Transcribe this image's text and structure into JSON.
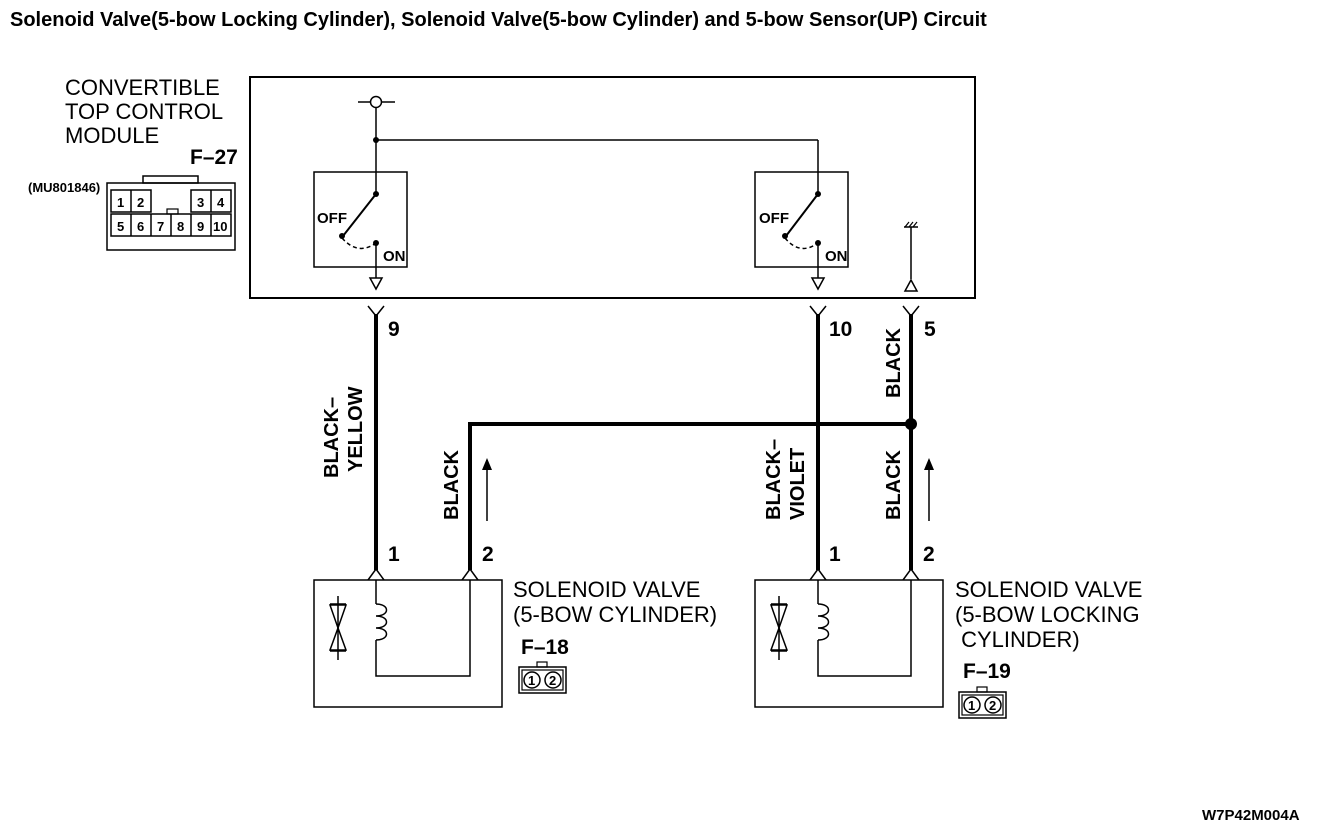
{
  "title": "Solenoid Valve(5-bow Locking Cylinder), Solenoid Valve(5-bow Cylinder) and 5-bow Sensor(UP) Circuit",
  "module": {
    "name_lines": [
      "CONVERTIBLE",
      "TOP CONTROL",
      "MODULE"
    ],
    "connector": "F–27",
    "part_number": "(MU801846)",
    "pins_top": [
      "1",
      "2",
      "3",
      "4"
    ],
    "pins_bottom": [
      "5",
      "6",
      "7",
      "8",
      "9",
      "10"
    ]
  },
  "switches": {
    "left": {
      "off": "OFF",
      "on": "ON"
    },
    "right": {
      "off": "OFF",
      "on": "ON"
    }
  },
  "module_pins": {
    "left": "9",
    "middle": "10",
    "right": "5"
  },
  "wires": {
    "black_yellow": [
      "BLACK–",
      "YELLOW"
    ],
    "black_left": "BLACK",
    "black_violet": [
      "BLACK–",
      "VIOLET"
    ],
    "black_right_lower": "BLACK",
    "black_right_upper": "BLACK"
  },
  "valve_left": {
    "name_lines": [
      "SOLENOID VALVE",
      "(5-BOW CYLINDER)"
    ],
    "connector": "F–18",
    "pin1": "1",
    "pin2": "2",
    "connector_pins": [
      "1",
      "2"
    ]
  },
  "valve_right": {
    "name_lines": [
      "SOLENOID VALVE",
      "(5-BOW LOCKING",
      " CYLINDER)"
    ],
    "connector": "F–19",
    "pin1": "1",
    "pin2": "2",
    "connector_pins": [
      "1",
      "2"
    ]
  },
  "figure_code": "W7P42M004A"
}
